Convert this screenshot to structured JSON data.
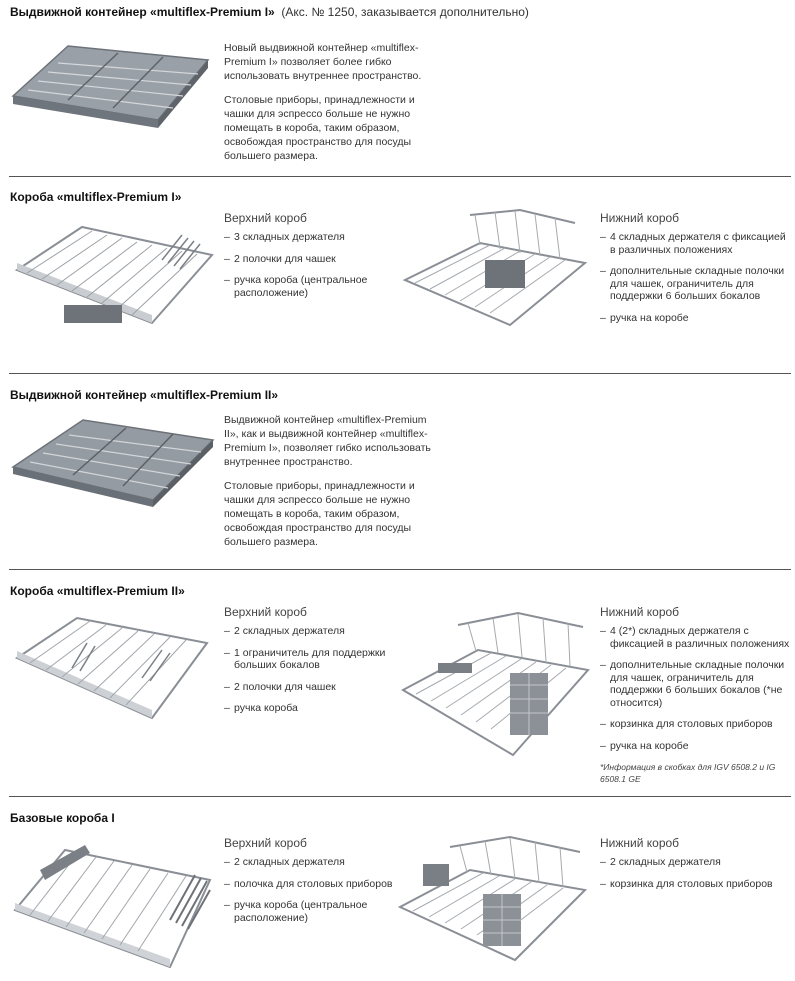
{
  "sections": [
    {
      "title": "Выдвижной контейнер «multiflex-Premium I»",
      "subtitle": "(Акс. № 1250, заказывается дополнительно)",
      "paragraphs": [
        "Новый выдвижной контейнер «multiflex-Premium I» позволяет более гибко использовать внутреннее пространство.",
        "Столовые приборы, принадлежности и чашки для эспрессо больше не нужно помещать в короба, таким образом, освобождая пространство для посуды большего размера."
      ]
    },
    {
      "title": "Короба «multiflex-Premium I»",
      "upper": {
        "heading": "Верхний короб",
        "items": [
          "3 складных держателя",
          "2 полочки для чашек",
          "ручка короба (центральное расположение)"
        ]
      },
      "lower": {
        "heading": "Нижний короб",
        "items": [
          "4 складных держателя с фиксацией в различных положениях",
          "дополнительные складные полочки для чашек, ограничитель для поддержки 6 больших бокалов",
          "ручка на коробе"
        ]
      }
    },
    {
      "title": "Выдвижной контейнер «multiflex-Premium II»",
      "paragraphs": [
        "Выдвижной контейнер «multiflex-Premium II», как и выдвижной контейнер «multiflex-Premium I», позволяет гибко использовать внутреннее пространство.",
        "Столовые приборы, принадлежности и чашки для эспрессо больше не нужно помещать в короба, таким образом, освобождая пространство для посуды большего размера."
      ]
    },
    {
      "title": "Короба «multiflex-Premium II»",
      "upper": {
        "heading": "Верхний короб",
        "items": [
          "2 складных держателя",
          "1 ограничитель для поддержки больших бокалов",
          "2 полочки для чашек",
          "ручка короба"
        ]
      },
      "lower": {
        "heading": "Нижний короб",
        "items": [
          "4 (2*) складных держателя с фиксацией в различных положениях",
          "дополнительные складные полочки для чашек, ограничитель для поддержки 6 больших бокалов (*не относится)",
          "корзинка для столовых приборов",
          "ручка на коробе"
        ],
        "note": "*Информация в скобках для IGV 6508.2 и IG 6508.1 GE"
      }
    },
    {
      "title": "Базовые короба I",
      "upper": {
        "heading": "Верхний короб",
        "items": [
          "2 складных держателя",
          "полочка для столовых приборов",
          "ручка короба (центральное расположение)"
        ]
      },
      "lower": {
        "heading": "Нижний короб",
        "items": [
          "2 складных держателя",
          "корзинка для столовых приборов"
        ]
      }
    }
  ],
  "dash": "–",
  "colors": {
    "rack": "#8a8f96",
    "tray": "#7c828a",
    "rule": "#555555"
  }
}
